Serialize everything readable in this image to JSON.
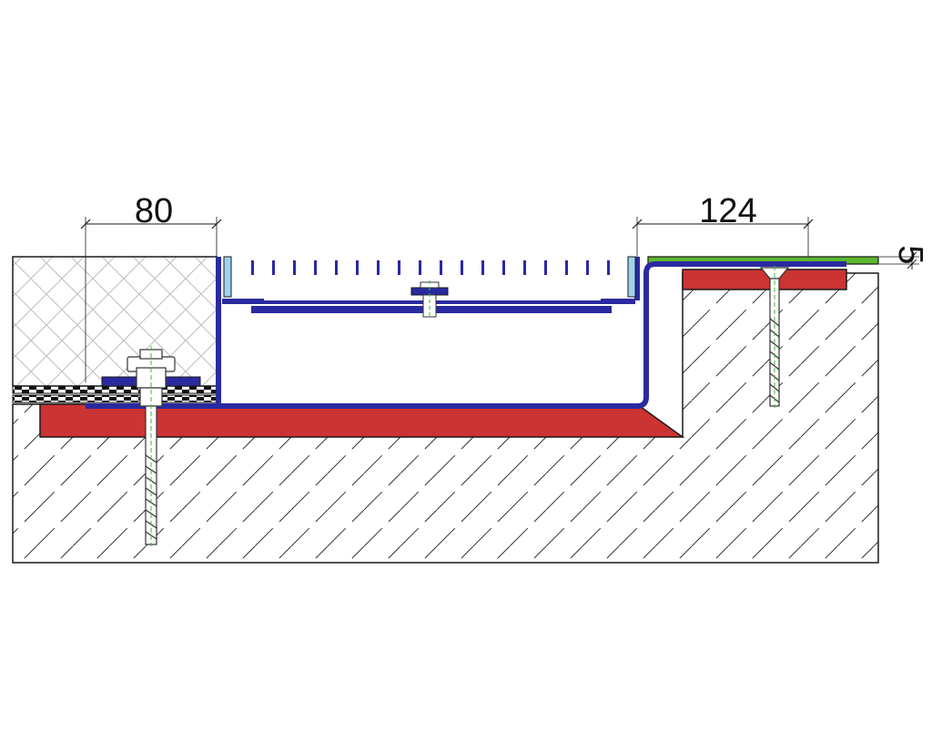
{
  "dimensions": {
    "left_width": "80",
    "right_width": "124",
    "top_thickness": "5"
  },
  "colors": {
    "outline": "#1a1a1a",
    "concrete_hatch": "#333333",
    "insulation_grid": "#bdbdbd",
    "adhesive_red": "#cc3333",
    "profile_blue": "#2a2aa0",
    "light_blue": "#9fd3ef",
    "finish_green": "#5cb82e",
    "screw_outline": "#333333",
    "screw_axis": "#33bb33",
    "membrane_dark": "#111111"
  },
  "icons": {
    "anchor_left": "bolt-anchor-icon",
    "anchor_right": "screw-anchor-icon",
    "anchor_center": "adjust-screw-icon"
  }
}
